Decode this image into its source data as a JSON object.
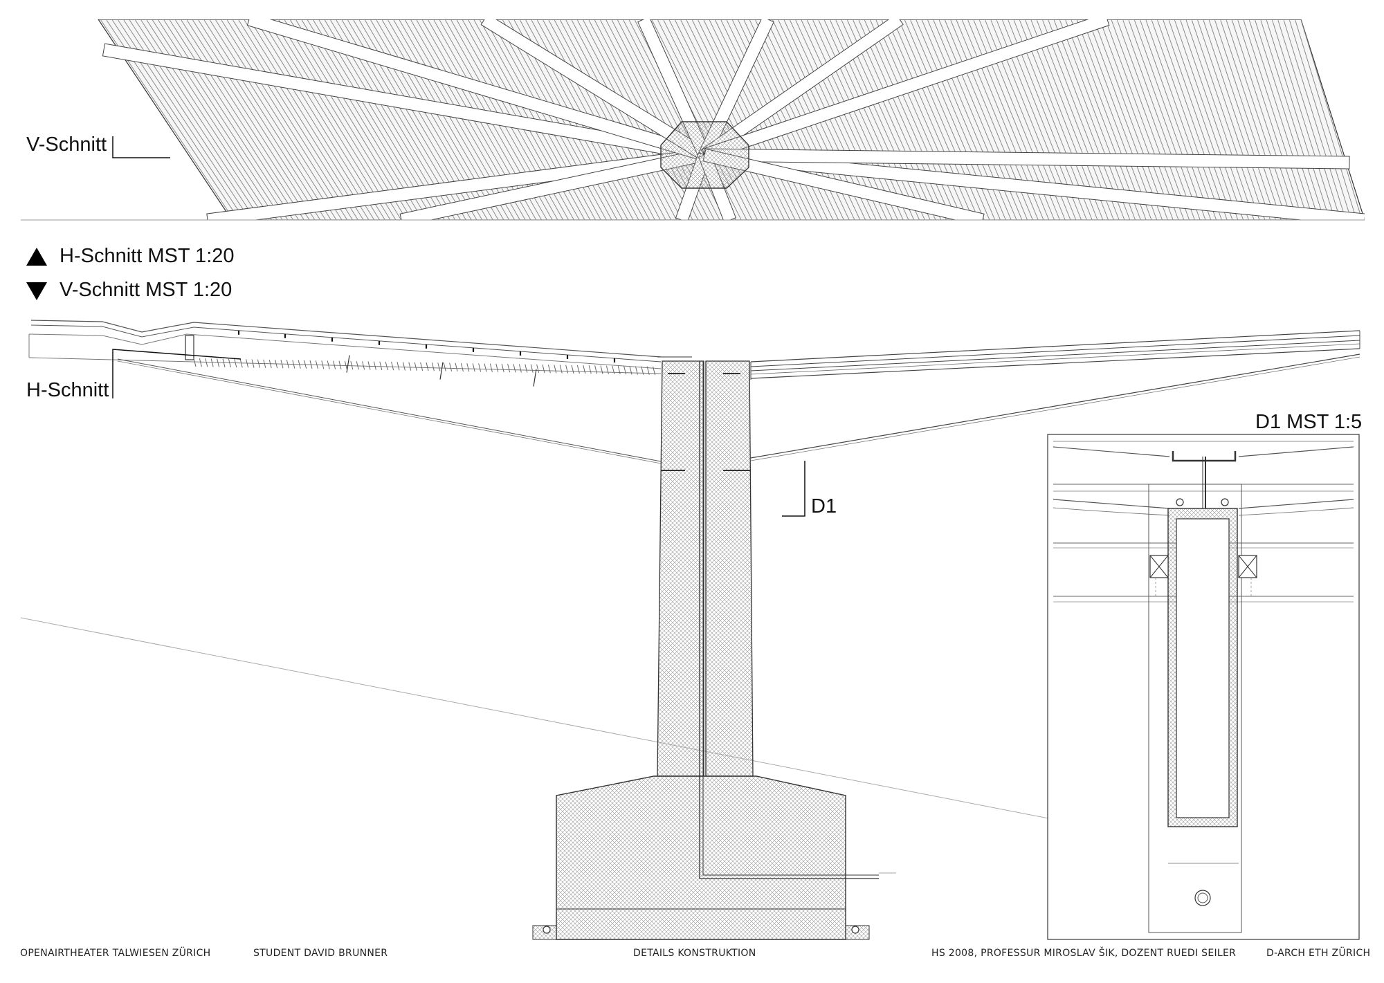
{
  "labels": {
    "v_schnitt": "V-Schnitt",
    "h_schnitt_scale": "H-Schnitt MST 1:20",
    "v_schnitt_scale": "V-Schnitt MST 1:20",
    "h_schnitt": "H-Schnitt",
    "d1": "D1",
    "d1_scale": "D1 MST 1:5"
  },
  "footer": {
    "project": "OPENAIRTHEATER TALWIESEN ZÜRICH",
    "student": "STUDENT DAVID BRUNNER",
    "subject": "DETAILS KONSTRUKTION",
    "semester": "HS 2008, PROFESSUR MIROSLAV ŠIK, DOZENT RUEDI SEILER",
    "school": "D-ARCH ETH ZÜRICH"
  },
  "icons": {
    "section_up": "triangle-up-icon",
    "section_down": "triangle-down-icon"
  }
}
